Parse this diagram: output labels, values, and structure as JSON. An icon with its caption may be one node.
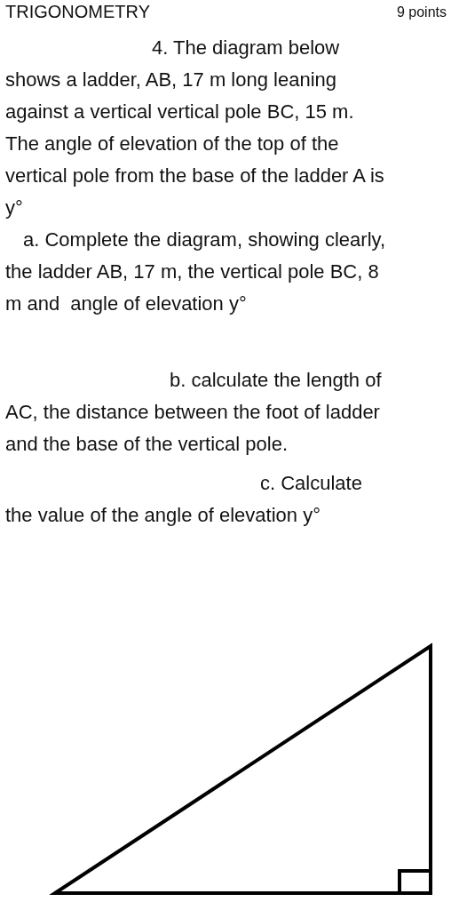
{
  "diagram": {
    "title": "TRIGONOMETRY",
    "labels": [
      "9 points",
      "4. The diagram below shows a ladder, AB, 17 m long leaning against a vertical vertical pole BC, 15 m. The angle of elevation of the top of the vertical pole from the base of the ladder A is  y°",
      "a. Complete the diagram, showing clearly, the ladder AB, 17 m, the vertical pole BC, 8 m and  angle of elevation y°",
      "b. calculate the length of AC, the distance between the foot of ladder and the base of the vertical pole.",
      "c. Calculate the value of the angle of elevation y°"
    ]
  }
}
